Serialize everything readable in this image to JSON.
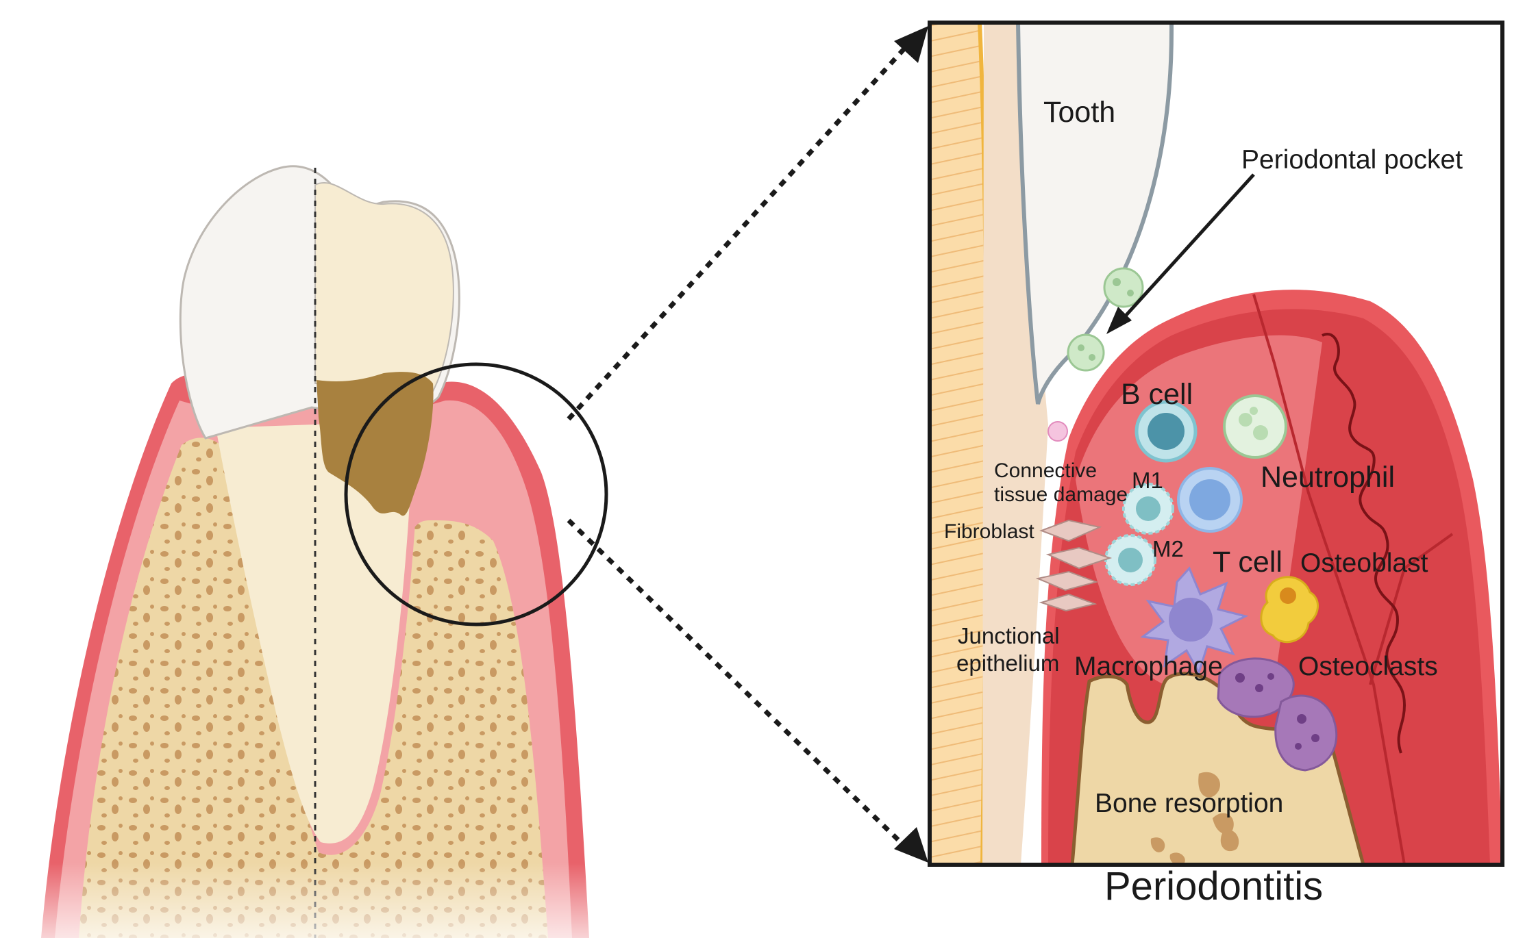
{
  "labels": {
    "tooth": "Tooth",
    "periodontal_pocket": "Periodontal pocket",
    "b_cell": "B cell",
    "neutrophil": "Neutrophil",
    "connective_line1": "Connective",
    "connective_line2": "tissue damage",
    "m1": "M1",
    "m2": "M2",
    "fibroblast": "Fibroblast",
    "t_cell": "T cell",
    "osteoblast": "Osteoblast",
    "junctional_line1": "Junctional",
    "junctional_line2": "epithelium",
    "macrophage": "Macrophage",
    "osteoclasts": "Osteoclasts",
    "bone_resorption": "Bone resorption",
    "title": "Periodontitis"
  },
  "colors": {
    "gum": "#d9434a",
    "gum_light": "#f3a3a6",
    "gum_dark": "#b8282f",
    "bone": "#eed7a6",
    "bone_pore": "#c99a63",
    "enamel": "#f6f4f1",
    "dentin": "#f7ecd2",
    "calculus": "#a8813f",
    "root_stripes": "#f7c98c",
    "b_cell": "#7fc3cf",
    "neutrophil": "#cfe9c8",
    "t_cell": "#8fb6e6",
    "macrophage": "#b1a9e1",
    "osteoblast": "#f2cc3d",
    "osteoclast": "#a678b8"
  }
}
